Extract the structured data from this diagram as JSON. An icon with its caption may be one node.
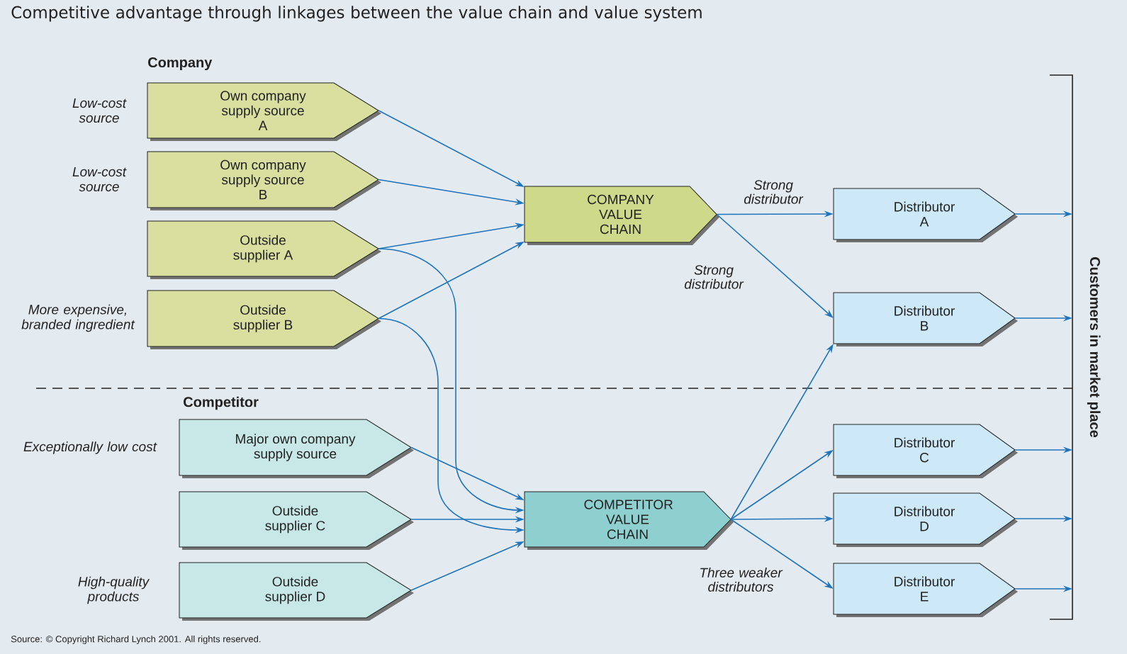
{
  "diagram": {
    "title": "Competitive advantage through linkages between the value chain and value system",
    "caption": "Source: © Copyright Richard Lynch 2001. All rights reserved.",
    "nodes": [
      {
        "text": [
          "Own company supply source A"
        ],
        "beside": [
          "Low-cost source"
        ]
      },
      {
        "text": [
          "Own company supply source B"
        ],
        "beside": [
          "Low-cost source"
        ]
      },
      {
        "text": [
          "Outside supplier A"
        ]
      },
      {
        "text": [
          "Outside supplier B"
        ],
        "beside": [
          "More expensive, branded ingredient"
        ]
      },
      {
        "text": [
          "COMPANY VALUE CHAIN"
        ]
      },
      {
        "text": [
          "Distributor A"
        ]
      },
      {
        "text": [
          "Distributor B"
        ]
      },
      {
        "text": [
          "Major own company supply source"
        ],
        "beside": [
          "Exceptionally low cost"
        ]
      },
      {
        "text": [
          "Outside supplier C"
        ]
      },
      {
        "text": [
          "Outside supplier D"
        ],
        "beside": [
          "High-quality products"
        ]
      },
      {
        "text": [
          "COMPETITOR VALUE CHAIN"
        ]
      },
      {
        "text": [
          "Distributor C"
        ]
      },
      {
        "text": [
          "Distributor D"
        ]
      },
      {
        "text": [
          "Distributor E"
        ]
      },
      {
        "text": [
          "Customers in market place"
        ]
      }
    ],
    "edges": [
      {
        "from": 0,
        "to": 4,
        "arrow": "to"
      },
      {
        "from": 1,
        "to": 4,
        "arrow": "to"
      },
      {
        "from": 2,
        "to": 4,
        "arrow": "to"
      },
      {
        "from": 3,
        "to": 4,
        "arrow": "to"
      },
      {
        "from": 2,
        "to": 10,
        "arrow": "to"
      },
      {
        "from": 3,
        "to": 10,
        "arrow": "to"
      },
      {
        "from": 7,
        "to": 10,
        "arrow": "to"
      },
      {
        "from": 8,
        "to": 10,
        "arrow": "to"
      },
      {
        "from": 9,
        "to": 10,
        "arrow": "to"
      },
      {
        "from": 4,
        "to": 5,
        "arrow": "to",
        "label": "Strong distributor"
      },
      {
        "from": 4,
        "to": 6,
        "arrow": "to",
        "label": "Strong distributor"
      },
      {
        "from": 10,
        "to": 6,
        "arrow": "to"
      },
      {
        "from": 10,
        "to": 11,
        "arrow": "to"
      },
      {
        "from": 10,
        "to": 12,
        "arrow": "to"
      },
      {
        "from": 10,
        "to": 13,
        "arrow": "to",
        "label": "Three weaker distributors"
      },
      {
        "from": 5,
        "to": 14,
        "arrow": "to"
      },
      {
        "from": 6,
        "to": 14,
        "arrow": "to"
      },
      {
        "from": 11,
        "to": 14,
        "arrow": "to"
      },
      {
        "from": 12,
        "to": 14,
        "arrow": "to"
      },
      {
        "from": 13,
        "to": 14,
        "arrow": "to"
      }
    ],
    "labels": [
      "Company",
      "Competitor"
    ]
  }
}
